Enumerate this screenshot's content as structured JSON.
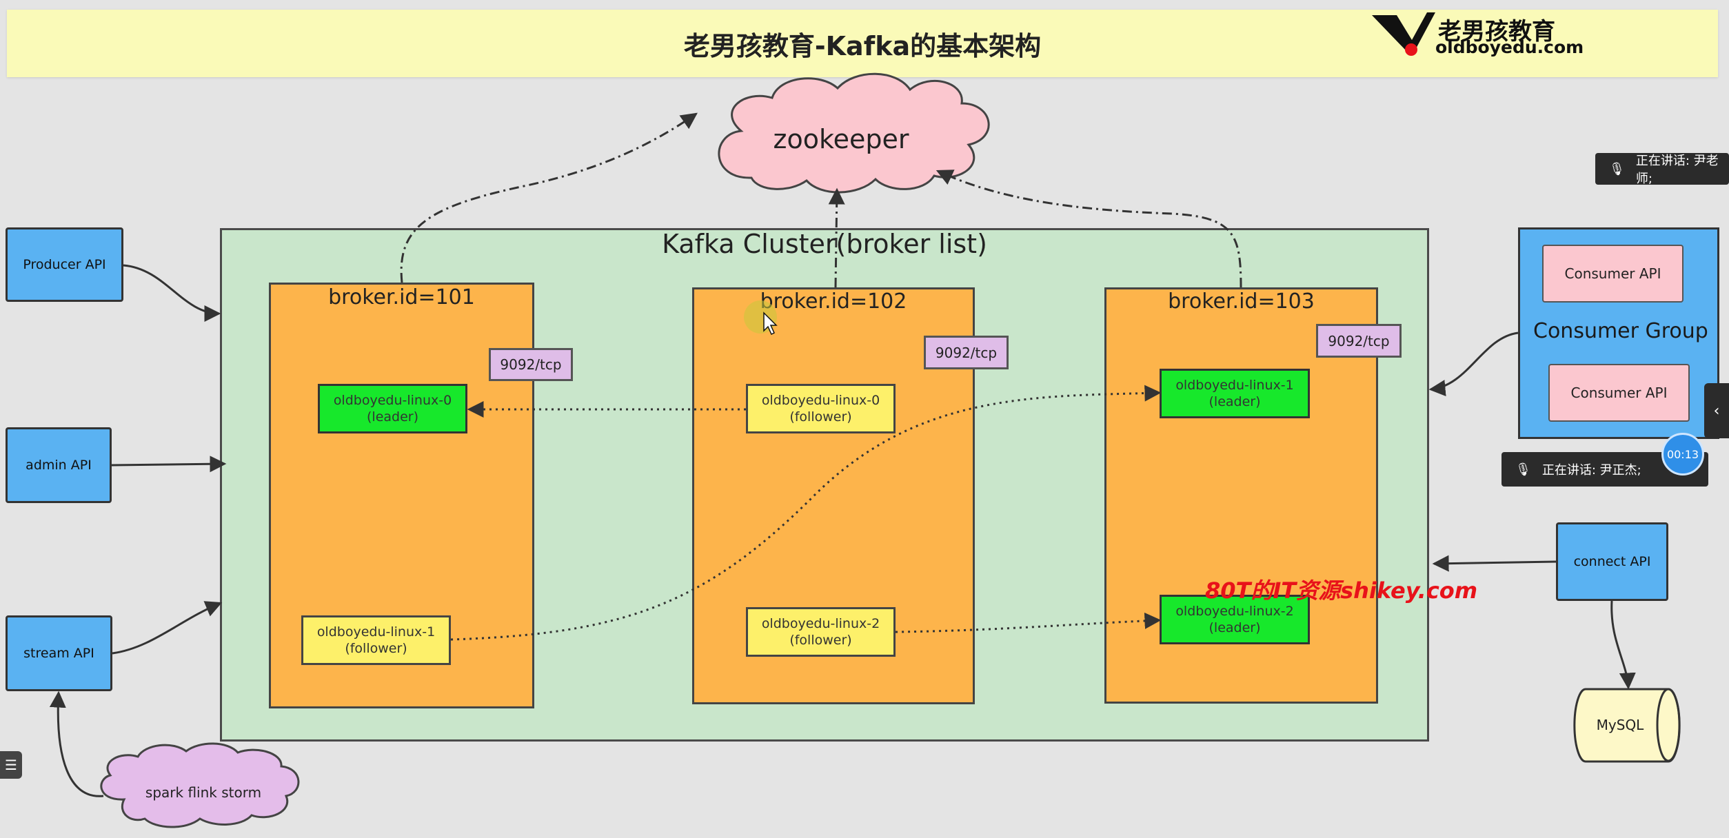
{
  "title": "老男孩教育-Kafka的基本架构",
  "logo": {
    "cn": "老男孩教育",
    "en": "oldboyedu.com"
  },
  "zookeeper": "zookeeper",
  "cluster": {
    "label": "Kafka Cluster(broker list)"
  },
  "brokers": [
    {
      "label": "broker.id=101",
      "port": "9092/tcp",
      "partitions": [
        {
          "name": "oldboyedu-linux-0",
          "role": "(leader)"
        },
        {
          "name": "oldboyedu-linux-1",
          "role": "(follower)"
        }
      ]
    },
    {
      "label": "broker.id=102",
      "port": "9092/tcp",
      "partitions": [
        {
          "name": "oldboyedu-linux-0",
          "role": "(follower)"
        },
        {
          "name": "oldboyedu-linux-2",
          "role": "(follower)"
        }
      ]
    },
    {
      "label": "broker.id=103",
      "port": "9092/tcp",
      "partitions": [
        {
          "name": "oldboyedu-linux-1",
          "role": "(leader)"
        },
        {
          "name": "oldboyedu-linux-2",
          "role": "(leader)"
        }
      ]
    }
  ],
  "left_apis": {
    "producer": "Producer API",
    "admin": "admin API",
    "stream": "stream API"
  },
  "stream_sources": "spark flink storm",
  "consumer_group": {
    "label": "Consumer Group",
    "api_top": "Consumer API",
    "api_bottom": "Consumer API"
  },
  "connect_api": "connect API",
  "mysql": "MySQL",
  "watermark": "80T的IT资源shikey.com",
  "speaking_top": "正在讲话: 尹老师;",
  "speaking_main": "正在讲话: 尹正杰;",
  "timer": "00:13",
  "colors": {
    "title_bg": "#fafab8",
    "cluster_bg": "#c9e6cb",
    "broker_bg": "#fdb44b",
    "leader": "#17e82b",
    "follower": "#fdf06a",
    "api": "#5ab2f2",
    "port": "#dfbde8",
    "zookeeper": "#fbc7cf",
    "sources": "#e4bdea",
    "mysql": "#fdf8c8"
  }
}
